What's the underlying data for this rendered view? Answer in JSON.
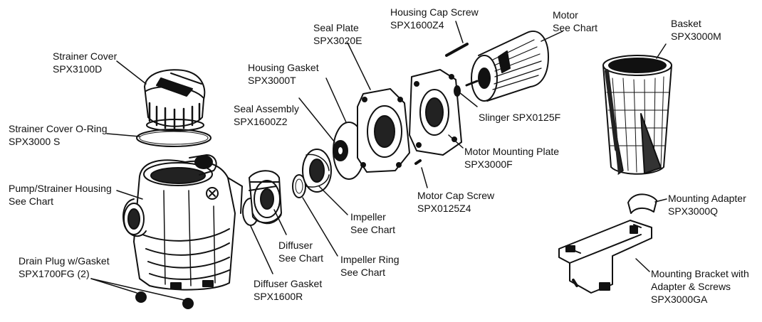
{
  "parts": [
    {
      "id": "strainer-cover",
      "name": "Strainer Cover",
      "code": "SPX3100D"
    },
    {
      "id": "strainer-cover-o-ring",
      "name": "Strainer Cover O-Ring",
      "code": "SPX3000 S"
    },
    {
      "id": "pump-strainer-housing",
      "name": "Pump/Strainer Housing",
      "code": "See Chart"
    },
    {
      "id": "drain-plug",
      "name": "Drain Plug w/Gasket",
      "code": "SPX1700FG (2)"
    },
    {
      "id": "diffuser-gasket",
      "name": "Diffuser Gasket",
      "code": "SPX1600R"
    },
    {
      "id": "diffuser",
      "name": "Diffuser",
      "code": "See Chart"
    },
    {
      "id": "impeller-ring",
      "name": "Impeller Ring",
      "code": "See Chart"
    },
    {
      "id": "impeller",
      "name": "Impeller",
      "code": "See Chart"
    },
    {
      "id": "seal-assembly",
      "name": "Seal Assembly",
      "code": "SPX1600Z2"
    },
    {
      "id": "housing-gasket",
      "name": "Housing Gasket",
      "code": "SPX3000T"
    },
    {
      "id": "seal-plate",
      "name": "Seal Plate",
      "code": "SPX3020E"
    },
    {
      "id": "housing-cap-screw",
      "name": "Housing Cap Screw",
      "code": "SPX1600Z4"
    },
    {
      "id": "motor",
      "name": "Motor",
      "code": "See Chart"
    },
    {
      "id": "slinger",
      "name": "Slinger SPX0125F",
      "code": ""
    },
    {
      "id": "motor-mounting-plate",
      "name": "Motor Mounting Plate",
      "code": "SPX3000F"
    },
    {
      "id": "motor-cap-screw",
      "name": "Motor Cap Screw",
      "code": "SPX0125Z4"
    },
    {
      "id": "basket",
      "name": "Basket",
      "code": "SPX3000M"
    },
    {
      "id": "mounting-adapter",
      "name": "Mounting Adapter",
      "code": "SPX3000Q"
    },
    {
      "id": "mounting-bracket",
      "name": "Mounting Bracket with",
      "line2": "Adapter & Screws",
      "code": "SPX3000GA"
    }
  ]
}
